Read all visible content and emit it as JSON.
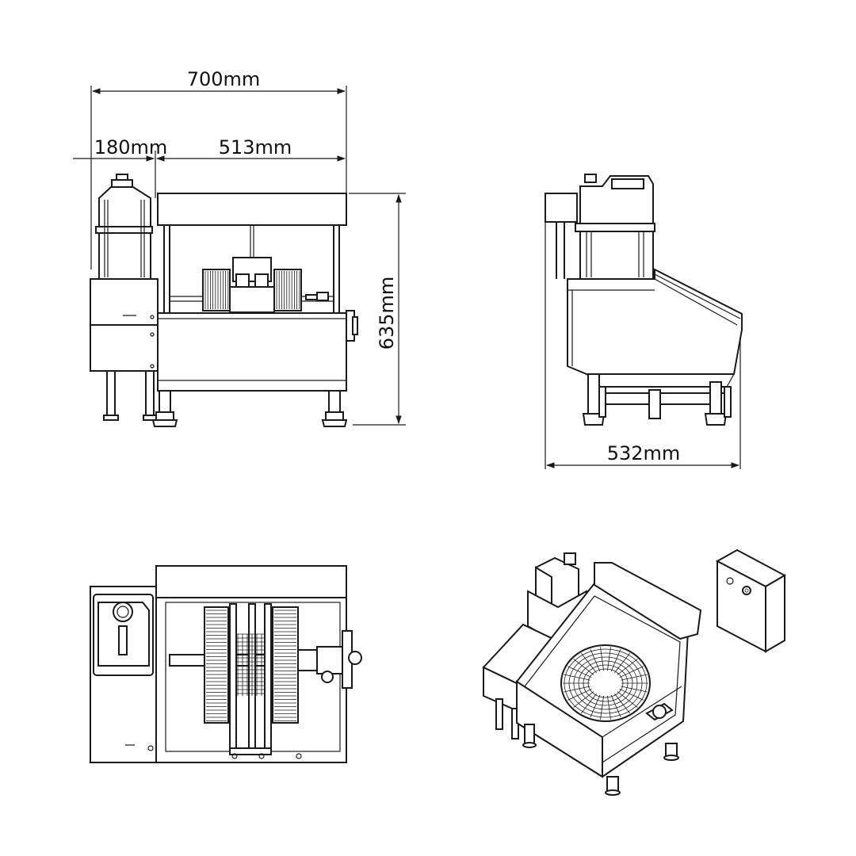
{
  "dimensions": {
    "overall_width": "700mm",
    "tank_width": "180mm",
    "body_width": "513mm",
    "height": "635mm",
    "depth": "532mm"
  },
  "colors": {
    "line": "#1a1a1a",
    "background": "#ffffff"
  }
}
